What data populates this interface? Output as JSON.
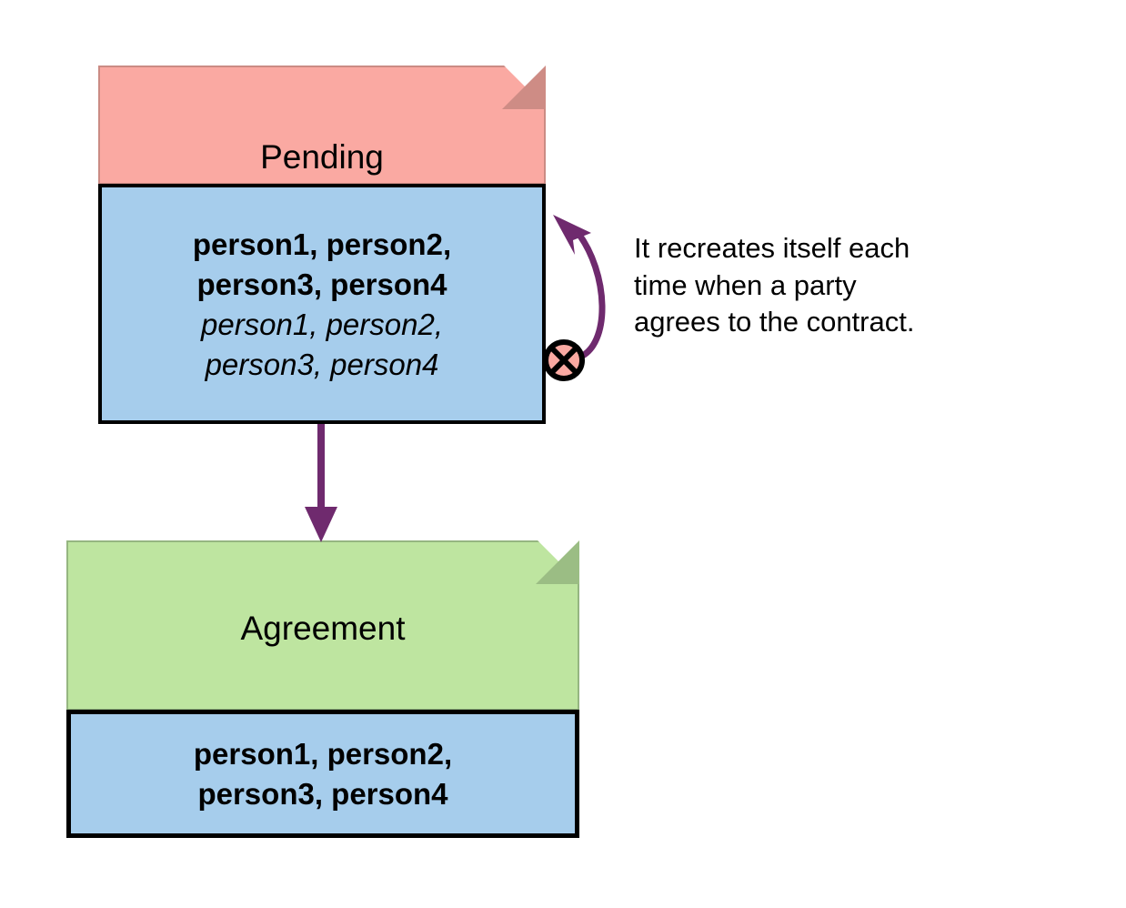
{
  "diagram": {
    "type": "uml-state-note-diagram",
    "background_color": "#ffffff",
    "accent_color": "#6F2A6E",
    "nodes": [
      {
        "id": "pending",
        "title": "Pending",
        "header_color": "#FAA9A2",
        "header_fold_color": "#CE8C85",
        "body_color": "#A6CDEC",
        "body_lines_bold": [
          "person1, person2,",
          "person3, person4"
        ],
        "body_lines_italic": [
          "person1, person2,",
          "person3, person4"
        ]
      },
      {
        "id": "agreement",
        "title": "Agreement",
        "header_color": "#BEE5A0",
        "header_fold_color": "#9BBD84",
        "body_color": "#A6CDEC",
        "body_lines_bold": [
          "person1, person2,",
          "person3, person4"
        ],
        "body_lines_italic": []
      }
    ],
    "edges": [
      {
        "id": "self-loop",
        "from": "pending",
        "to": "pending",
        "style": "curved-self-loop",
        "color": "#6F2A6E",
        "source_marker": "circle-x",
        "target_marker": "arrowhead"
      },
      {
        "id": "pending-to-agreement",
        "from": "pending",
        "to": "agreement",
        "style": "straight-vertical",
        "color": "#6F2A6E",
        "source_marker": "none",
        "target_marker": "arrowhead"
      }
    ],
    "annotation": {
      "lines": [
        "It recreates itself each",
        "time when a party",
        "agrees to the contract."
      ]
    }
  }
}
